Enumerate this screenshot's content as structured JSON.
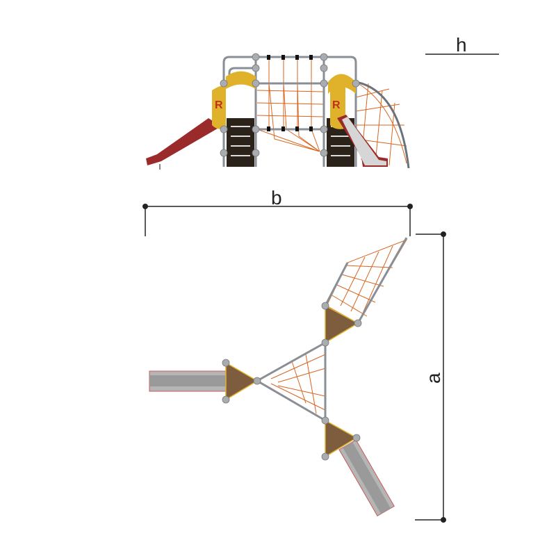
{
  "labels": {
    "height": "h",
    "width": "b",
    "length": "a"
  },
  "logo": "R",
  "colors": {
    "frame": "#8a8f96",
    "slide": "#9b2a2a",
    "net": "#d8641e",
    "panel": "#e0b22c",
    "ladder": "#2b2219",
    "dimension": "#222222"
  }
}
